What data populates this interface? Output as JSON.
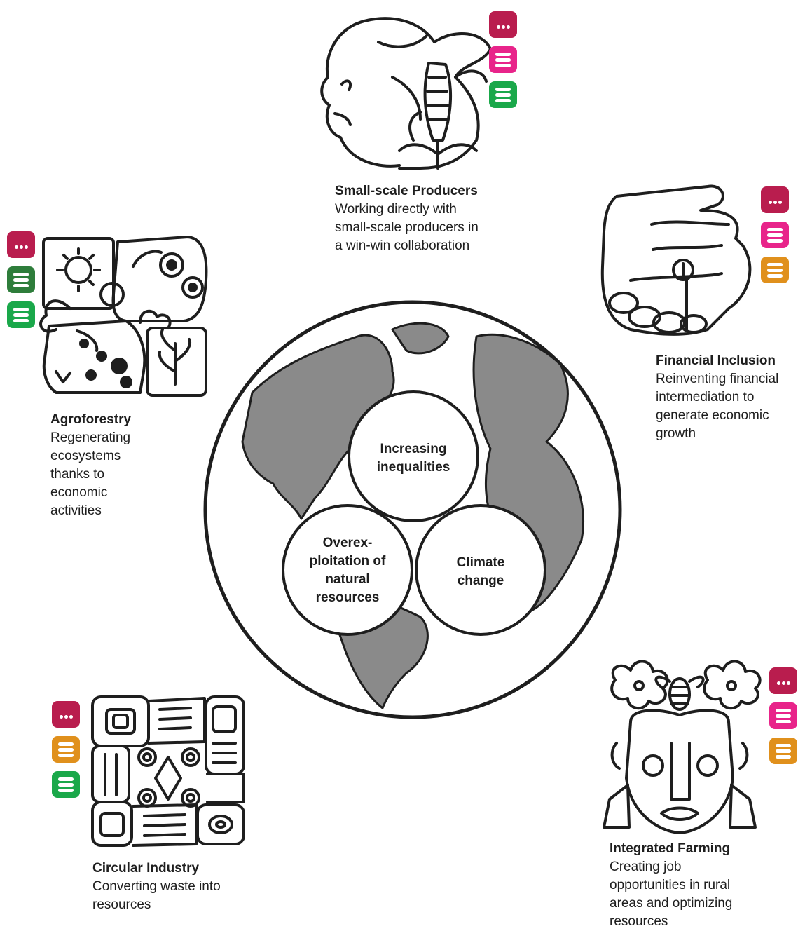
{
  "colors": {
    "crimson": "#b91d4e",
    "magenta": "#e8248a",
    "green": "#1aa84a",
    "dark_green": "#2e7d3b",
    "orange": "#e0901c",
    "globe_land": "#8a8a8a",
    "outline": "#1e1e1e"
  },
  "center": {
    "issues": [
      {
        "lines": [
          "Increasing",
          "inequalities"
        ]
      },
      {
        "lines": [
          "Overex-",
          "ploitation of",
          "natural",
          "resources"
        ]
      },
      {
        "lines": [
          "Climate",
          "change"
        ]
      }
    ]
  },
  "pillars": {
    "small_scale": {
      "title": "Small-scale Producers",
      "desc": "Working directly with\nsmall-scale producers in\na win-win collaboration",
      "icon": "mayan-head-hummingbird-icon",
      "badges": [
        "crimson-dots",
        "magenta-lines",
        "green-lines"
      ]
    },
    "financial": {
      "title": "Financial Inclusion",
      "desc": "Reinventing financial\nintermediation to\ngenerate economic\ngrowth",
      "icon": "hand-coin-icon",
      "badges": [
        "crimson-dots",
        "magenta-lines",
        "orange-lines"
      ]
    },
    "agroforestry": {
      "title": "Agroforestry",
      "desc": "Regenerating\necosystems\nthanks to\neconomic\nactivities",
      "icon": "jaguar-monkey-sun-icon",
      "badges": [
        "crimson-dots",
        "dark-green-lines",
        "green-lines"
      ]
    },
    "circular": {
      "title": "Circular Industry",
      "desc": "Converting waste into\nresources",
      "icon": "mayan-square-glyph-icon",
      "badges": [
        "crimson-dots",
        "orange-lines",
        "green-lines"
      ]
    },
    "farming": {
      "title": "Integrated Farming",
      "desc": "Creating job\nopportunities in rural\nareas and optimizing\nresources",
      "icon": "mayan-face-bee-flowers-icon",
      "badges": [
        "crimson-dots",
        "magenta-lines",
        "orange-lines"
      ]
    }
  }
}
